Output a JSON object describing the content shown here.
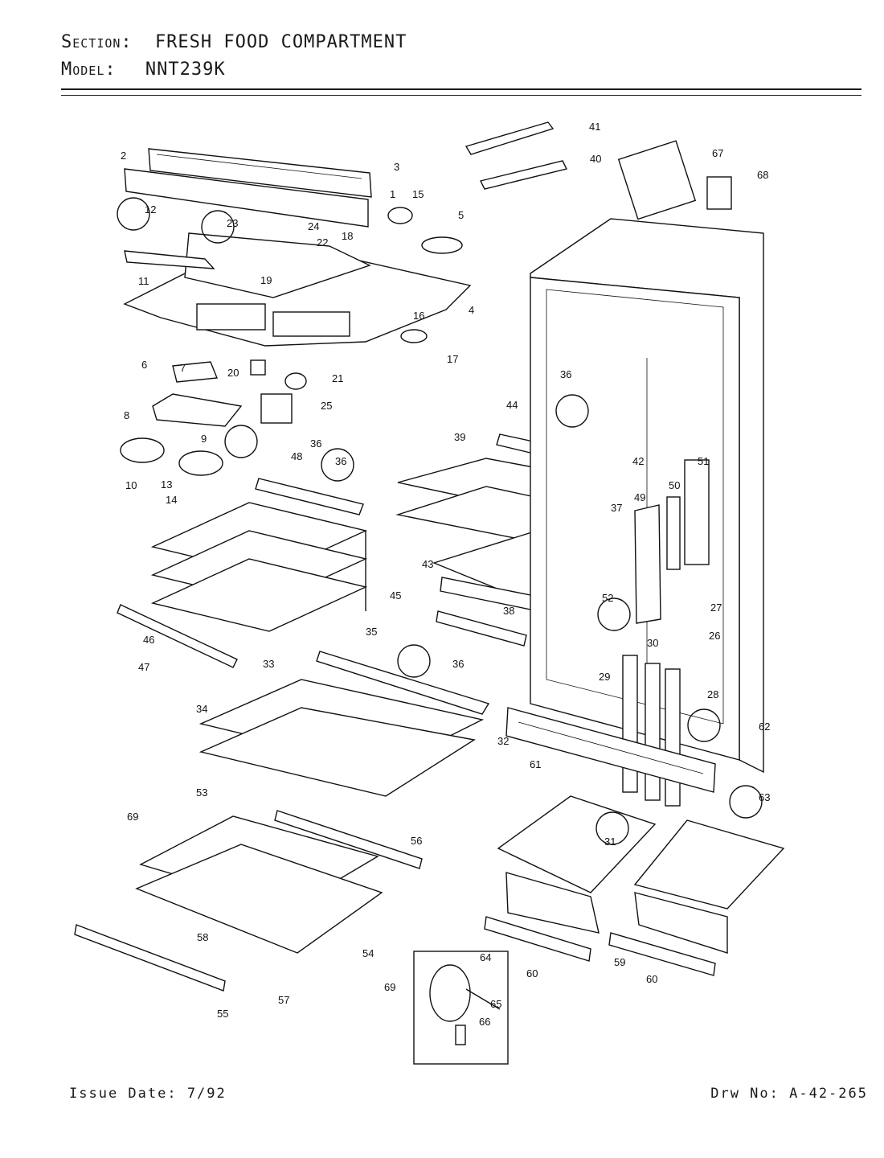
{
  "header": {
    "section_label": "Section:",
    "section_value": "FRESH FOOD COMPARTMENT",
    "model_label": "Model:",
    "model_value": "NNT239K"
  },
  "footer": {
    "issue_date": "Issue Date: 7/92",
    "drawing_number": "Drw No: A-42-265"
  },
  "part_callouts": [
    "1",
    "2",
    "3",
    "4",
    "5",
    "6",
    "7",
    "8",
    "9",
    "10",
    "11",
    "12",
    "13",
    "14",
    "15",
    "16",
    "17",
    "18",
    "19",
    "20",
    "21",
    "22",
    "23",
    "24",
    "25",
    "26",
    "27",
    "28",
    "29",
    "30",
    "31",
    "32",
    "33",
    "34",
    "35",
    "36",
    "36",
    "36",
    "36",
    "37",
    "38",
    "39",
    "40",
    "41",
    "42",
    "43",
    "44",
    "45",
    "46",
    "47",
    "48",
    "49",
    "50",
    "51",
    "52",
    "53",
    "54",
    "55",
    "56",
    "57",
    "58",
    "59",
    "60",
    "60",
    "61",
    "62",
    "63",
    "64",
    "65",
    "66",
    "67",
    "68",
    "69",
    "69"
  ]
}
